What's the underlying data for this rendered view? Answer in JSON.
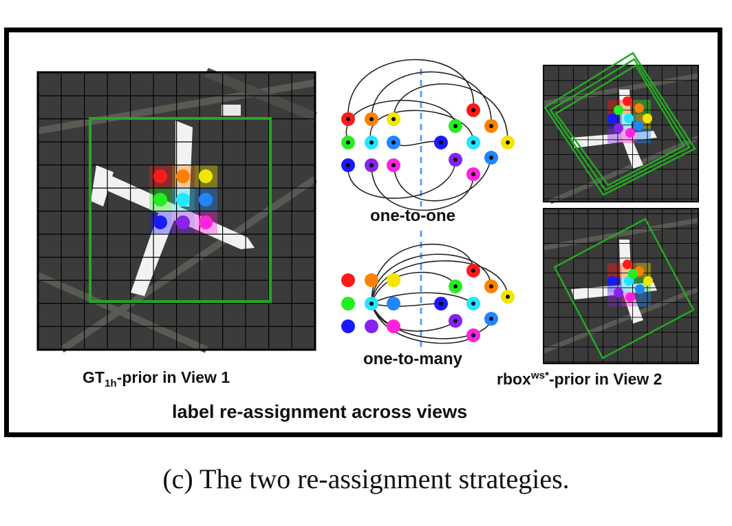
{
  "panel_left": {
    "label_main": "GT",
    "label_sub": "1h",
    "label_rest": "-prior in View 1"
  },
  "panel_right": {
    "label_main": "rbox",
    "label_sup": "ws*",
    "label_rest": "-prior in View 2"
  },
  "middle": {
    "top_label": "one-to-one",
    "bottom_label": "one-to-many"
  },
  "bottom_label": "label re-assignment across views",
  "caption": "(c) The two re-assignment strategies.",
  "colors": {
    "point_grid": [
      "#ff1a1a",
      "#ff8000",
      "#f2e600",
      "#22ee22",
      "#22e5ff",
      "#1f86ff",
      "#1a1aff",
      "#8822ee",
      "#ff22dd"
    ],
    "box_green": "#22aa22",
    "divider_blue": "#5aa0ee",
    "aerial_bg": "#3a3a3a"
  }
}
